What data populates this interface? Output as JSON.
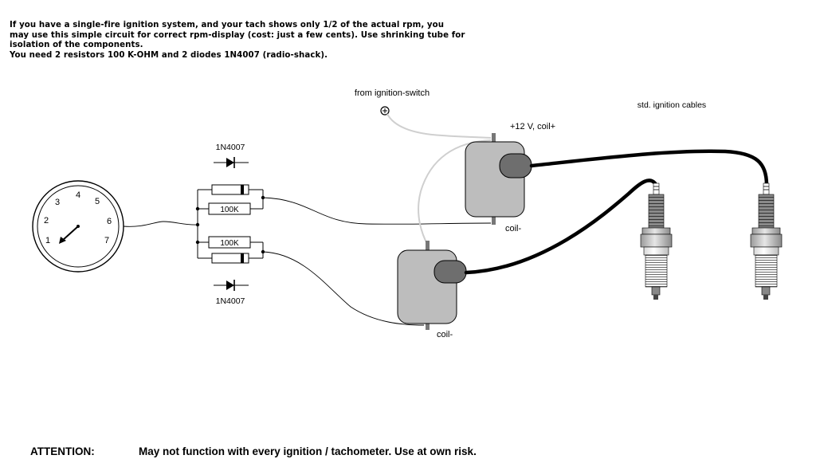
{
  "intro": {
    "lines": [
      "If you have a single-fire ignition system, and your tach shows only 1/2 of the actual rpm, you",
      "may use this simple circuit for correct rpm-display (cost: just a few cents). Use shrinking tube for",
      "isolation of the components.",
      "You need 2 resistors 100 K-OHM and 2 diodes 1N4007 (radio-shack)."
    ]
  },
  "labels": {
    "from_switch": "from ignition-switch",
    "std_cables": "std. ignition cables",
    "coil_plus": "+12 V, coil+",
    "coil_minus_top": "coil-",
    "coil_minus_bottom": "coil-",
    "diode_top": "1N4007",
    "diode_bottom": "1N4007",
    "resistor_top": "100K",
    "resistor_bottom": "100K"
  },
  "tach": {
    "numbers": [
      "1",
      "2",
      "3",
      "4",
      "5",
      "6",
      "7"
    ]
  },
  "footer": {
    "label": "ATTENTION:",
    "text": "May not function with every ignition / tachometer. Use at own risk."
  },
  "colors": {
    "coil_fill": "#bdbdbd",
    "boot_fill": "#6e6e6e",
    "plug_dark": "#7a7a7a",
    "switch_wire": "#cfcfcf",
    "cable": "#000000"
  }
}
